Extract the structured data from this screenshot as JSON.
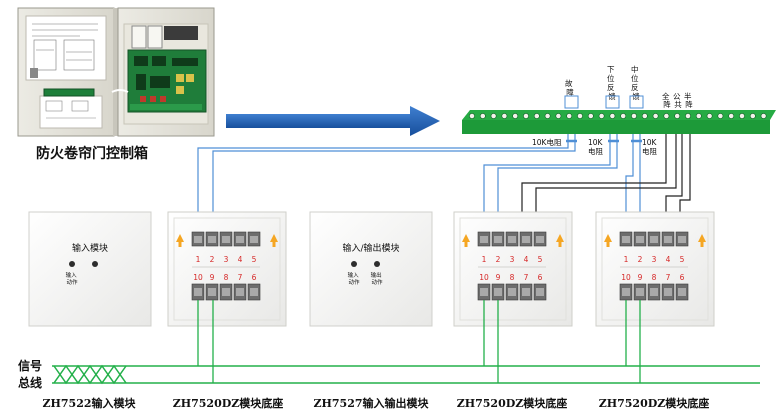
{
  "cabinet": {
    "title": "防火卷帘门控制箱"
  },
  "terminal_strip": {
    "labels": {
      "fault": "故障",
      "down_feedback": "下位反馈",
      "mid_feedback": "中位反馈",
      "full_down": "全降",
      "common": "公共",
      "half_down": "半降"
    },
    "resistors": [
      "10K电阻",
      "10K电阻",
      "10K电阻"
    ]
  },
  "modules": [
    {
      "name": "ZH7522输入模块",
      "face_title": "输入模块",
      "leds": [
        "输入动作"
      ]
    },
    {
      "name": "ZH7520DZ模块底座",
      "top_numbers": [
        "1",
        "2",
        "3",
        "4",
        "5"
      ],
      "bottom_numbers": [
        "10",
        "9",
        "8",
        "7",
        "6"
      ]
    },
    {
      "name": "ZH7527输入输出模块",
      "face_title": "输入/输出模块",
      "leds": [
        "输入动作",
        "输出动作"
      ]
    },
    {
      "name": "ZH7520DZ模块底座",
      "top_numbers": [
        "1",
        "2",
        "3",
        "4",
        "5"
      ],
      "bottom_numbers": [
        "10",
        "9",
        "8",
        "7",
        "6"
      ]
    },
    {
      "name": "ZH7520DZ模块底座",
      "top_numbers": [
        "1",
        "2",
        "3",
        "4",
        "5"
      ],
      "bottom_numbers": [
        "10",
        "9",
        "8",
        "7",
        "6"
      ]
    }
  ],
  "bus": {
    "label_line1": "信号",
    "label_line2": "总线"
  },
  "colors": {
    "strip_green": "#1f9e3a",
    "bus_green": "#23b04a",
    "wire_blue": "#4f8fd6",
    "wire_black": "#222222",
    "arrow_blue": "#1f5fb0",
    "number_red": "#d62828",
    "arrow_orange": "#f5a623"
  }
}
